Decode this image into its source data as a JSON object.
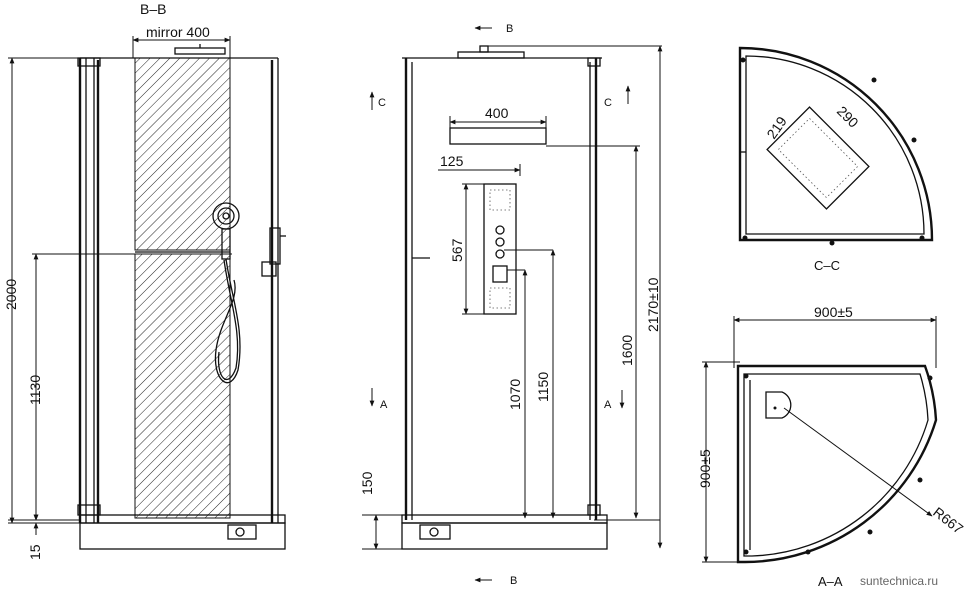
{
  "views": {
    "bb": {
      "title": "B–B",
      "mirror_label": "mirror 400",
      "dim_height": "2000",
      "dim_mixer": "1130",
      "dim_base": "15"
    },
    "side": {
      "section_c": "C",
      "section_a": "A",
      "section_b": "B",
      "dim_top": "400",
      "dim_panel_width": "125",
      "dim_panel_height": "567",
      "dim_1070": "1070",
      "dim_1150": "1150",
      "dim_1600": "1600",
      "dim_total": "2170±10",
      "dim_tray": "150"
    },
    "cc": {
      "title": "C–C",
      "dim_a": "219",
      "dim_b": "290"
    },
    "aa": {
      "title": "A–A",
      "dim_width": "900±5",
      "dim_depth": "900±5",
      "dim_radius": "R667"
    }
  },
  "watermark": "suntechnica.ru"
}
